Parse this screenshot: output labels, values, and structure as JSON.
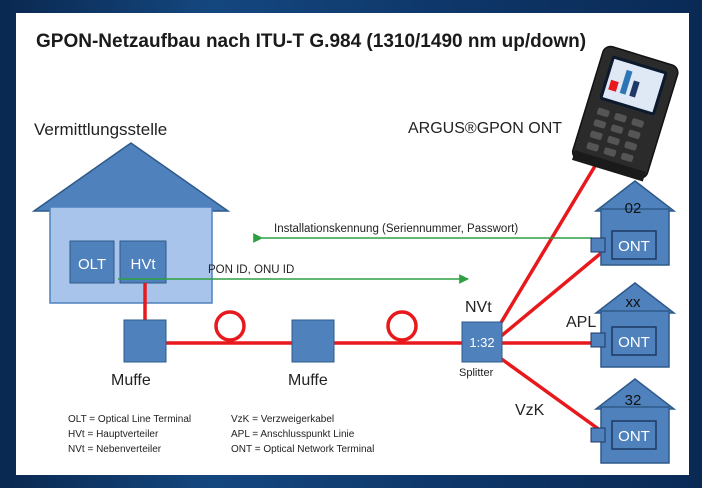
{
  "title": "GPON-Netzaufbau nach ITU-T G.984 (1310/1490 nm up/down)",
  "vermittlungsstelle": "Vermittlungsstelle",
  "argus": "ARGUS®GPON ONT",
  "olt": "OLT",
  "hvt": "HVt",
  "install_label": "Installationskennung (Seriennummer, Passwort)",
  "pon_label": "PON ID, ONU ID",
  "muffe1": "Muffe",
  "muffe2": "Muffe",
  "nvt": "NVt",
  "splitter_ratio": "1:32",
  "splitter": "Splitter",
  "apl": "APL",
  "vzk": "VzK",
  "houses": [
    {
      "num": "02",
      "ont": "ONT"
    },
    {
      "num": "xx",
      "ont": "ONT"
    },
    {
      "num": "32",
      "ont": "ONT"
    }
  ],
  "legend": {
    "left": [
      "OLT = Optical Line Terminal",
      "HVt = Hauptverteiler",
      "NVt = Nebenverteiler"
    ],
    "right": [
      "VzK = Verzweigerkabel",
      "APL = Anschlusspunkt Linie",
      "ONT = Optical Network Terminal"
    ]
  },
  "colors": {
    "house": "#2e75b6",
    "house_light": "#a9c4ea",
    "box": "#4f81bd",
    "fiber": "#e8191c",
    "arrow": "#2ea043",
    "dark": "#1f3864"
  }
}
